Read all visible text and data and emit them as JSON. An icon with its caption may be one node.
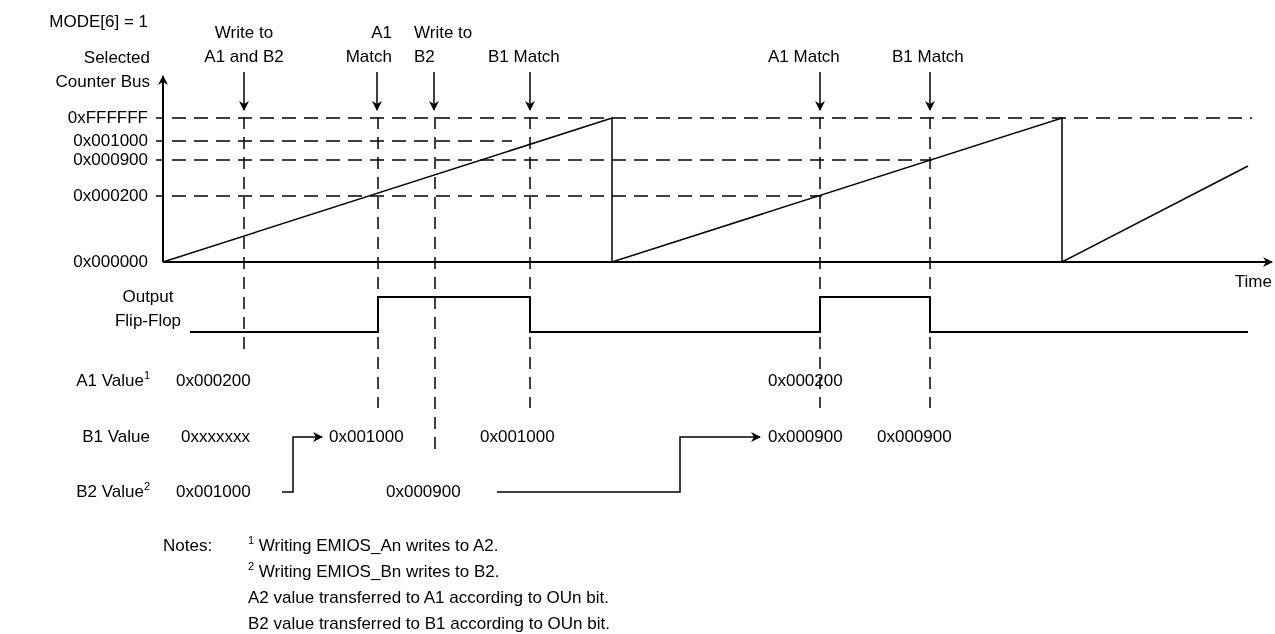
{
  "diagram": {
    "nodes": [
      {
        "text": [
          "Write to A1 and B2"
        ]
      },
      {
        "text": [
          "A1 Match"
        ]
      },
      {
        "text": [
          "Write to B2"
        ]
      },
      {
        "text": [
          "B1 Match"
        ]
      },
      {
        "text": [
          "A1 Match"
        ]
      },
      {
        "text": [
          "B1 Match"
        ]
      },
      {
        "text": [
          "0x001000"
        ]
      },
      {
        "text": [
          "0x001000"
        ]
      },
      {
        "text": [
          "0x000900"
        ]
      },
      {
        "text": [
          "0x000900"
        ]
      }
    ],
    "edges": [
      {
        "from": 0,
        "to": null,
        "arrow": "to"
      },
      {
        "from": 1,
        "to": null,
        "arrow": "to"
      },
      {
        "from": 2,
        "to": null,
        "arrow": "to"
      },
      {
        "from": 3,
        "to": null,
        "arrow": "to"
      },
      {
        "from": 4,
        "to": null,
        "arrow": "to"
      },
      {
        "from": 5,
        "to": null,
        "arrow": "to"
      },
      {
        "from": 6,
        "to": 7,
        "arrow": "to"
      },
      {
        "from": 8,
        "to": 9,
        "arrow": "to"
      }
    ],
    "labels": [
      "MODE[6] = 1",
      "Selected Counter Bus",
      "0xFFFFFF",
      "0x001000",
      "0x000900",
      "0x000200",
      "0x000000",
      "Time",
      "Output Flip-Flop",
      "A1 Value$^{1}$",
      "0x000200",
      "0x000200",
      "B1 Value",
      "0xxxxxxx",
      "0x001000",
      "0x000900",
      "B2 Value$^{2}$",
      "Notes:",
      "$^{1}$ Writing EMIOS_An writes to A2.",
      "$^{2}$ Writing EMIOS_Bn writes to B2.",
      "A2 value transferred to A1 according to OUn bit.",
      "B2 value transferred to B1 according to OUn bit."
    ]
  }
}
